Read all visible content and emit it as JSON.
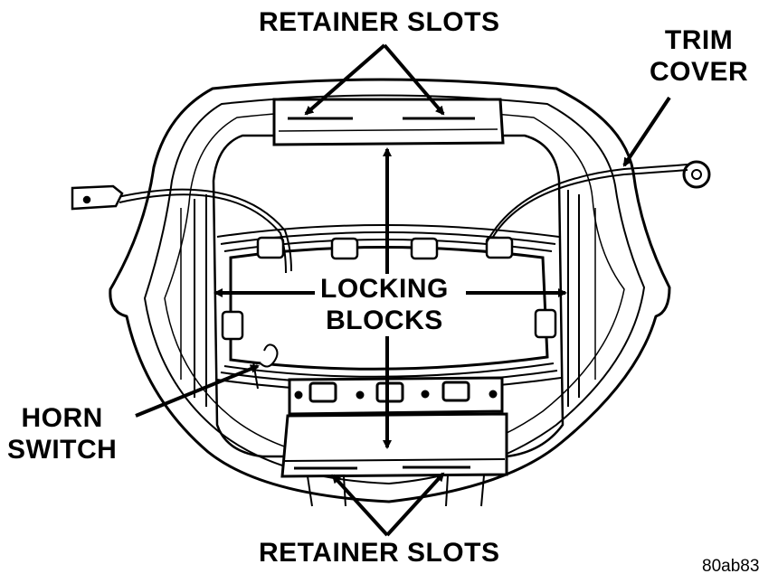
{
  "labels": {
    "retainer_slots_top": "RETAINER SLOTS",
    "retainer_slots_bottom": "RETAINER SLOTS",
    "trim_cover_line1": "TRIM",
    "trim_cover_line2": "COVER",
    "locking_blocks_line1": "LOCKING",
    "locking_blocks_line2": "BLOCKS",
    "horn_switch_line1": "HORN",
    "horn_switch_line2": "SWITCH",
    "figure_ref": "80ab83"
  },
  "colors": {
    "ink": "#000000",
    "paper": "#ffffff"
  }
}
